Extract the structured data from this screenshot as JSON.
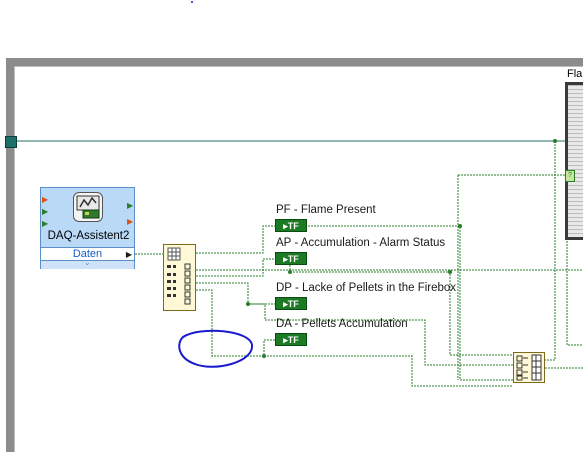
{
  "express_vi": {
    "name": "DAQ-Assistent2",
    "output_port": "Daten"
  },
  "indicators": [
    {
      "label": "PF - Flame Present",
      "terminal_text": "▸TF"
    },
    {
      "label": "AP - Accumulation - Alarm Status",
      "terminal_text": "▸TF"
    },
    {
      "label": "DP - Lacke of Pellets in the Firebox",
      "terminal_text": "▸TF"
    },
    {
      "label": "DA - Pellets Accumulation",
      "terminal_text": "▸TF"
    }
  ],
  "right_structure": {
    "title": "Fla"
  },
  "colors": {
    "loop_frame": "#8c8c8c",
    "data_wire": "#1f6f6a",
    "boolean_wire": "#2a7d2a",
    "annotation": "#1a1ad0"
  }
}
